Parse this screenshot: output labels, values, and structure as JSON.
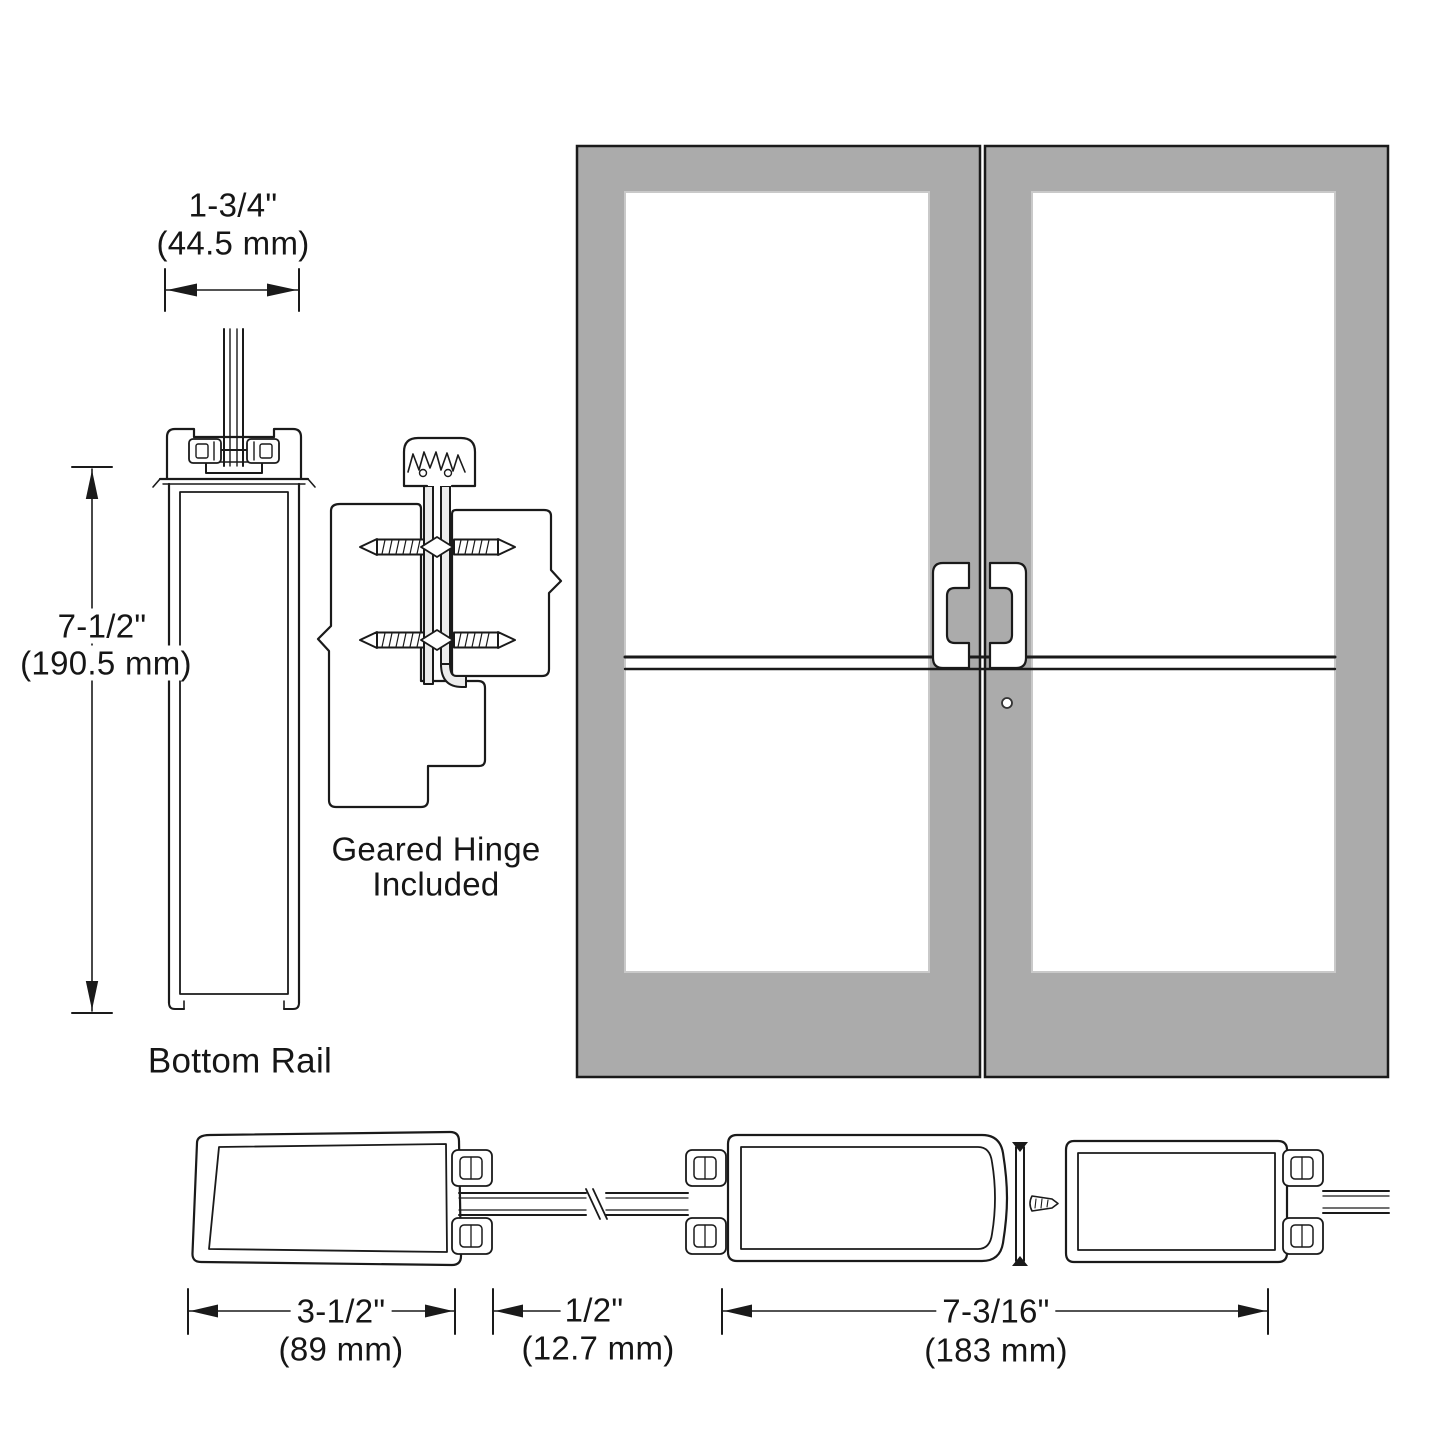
{
  "colors": {
    "ink": "#1a1a1a",
    "door_gray": "#ababab",
    "paper": "#ffffff",
    "glass_edge": "#c9c9c9"
  },
  "labels": {
    "rail_width_in": "1-3/4\"",
    "rail_width_mm": "(44.5 mm)",
    "rail_height_in": "7-1/2\"",
    "rail_height_mm": "(190.5 mm)",
    "bottom_rail": "Bottom Rail",
    "hinge_line1": "Geared Hinge",
    "hinge_line2": "Included",
    "stile_width_in": "3-1/2\"",
    "stile_width_mm": "(89 mm)",
    "glass_gap_in": "1/2\"",
    "glass_gap_mm": "(12.7 mm)",
    "pair_width_in": "7-3/16\"",
    "pair_width_mm": "(183 mm)"
  }
}
